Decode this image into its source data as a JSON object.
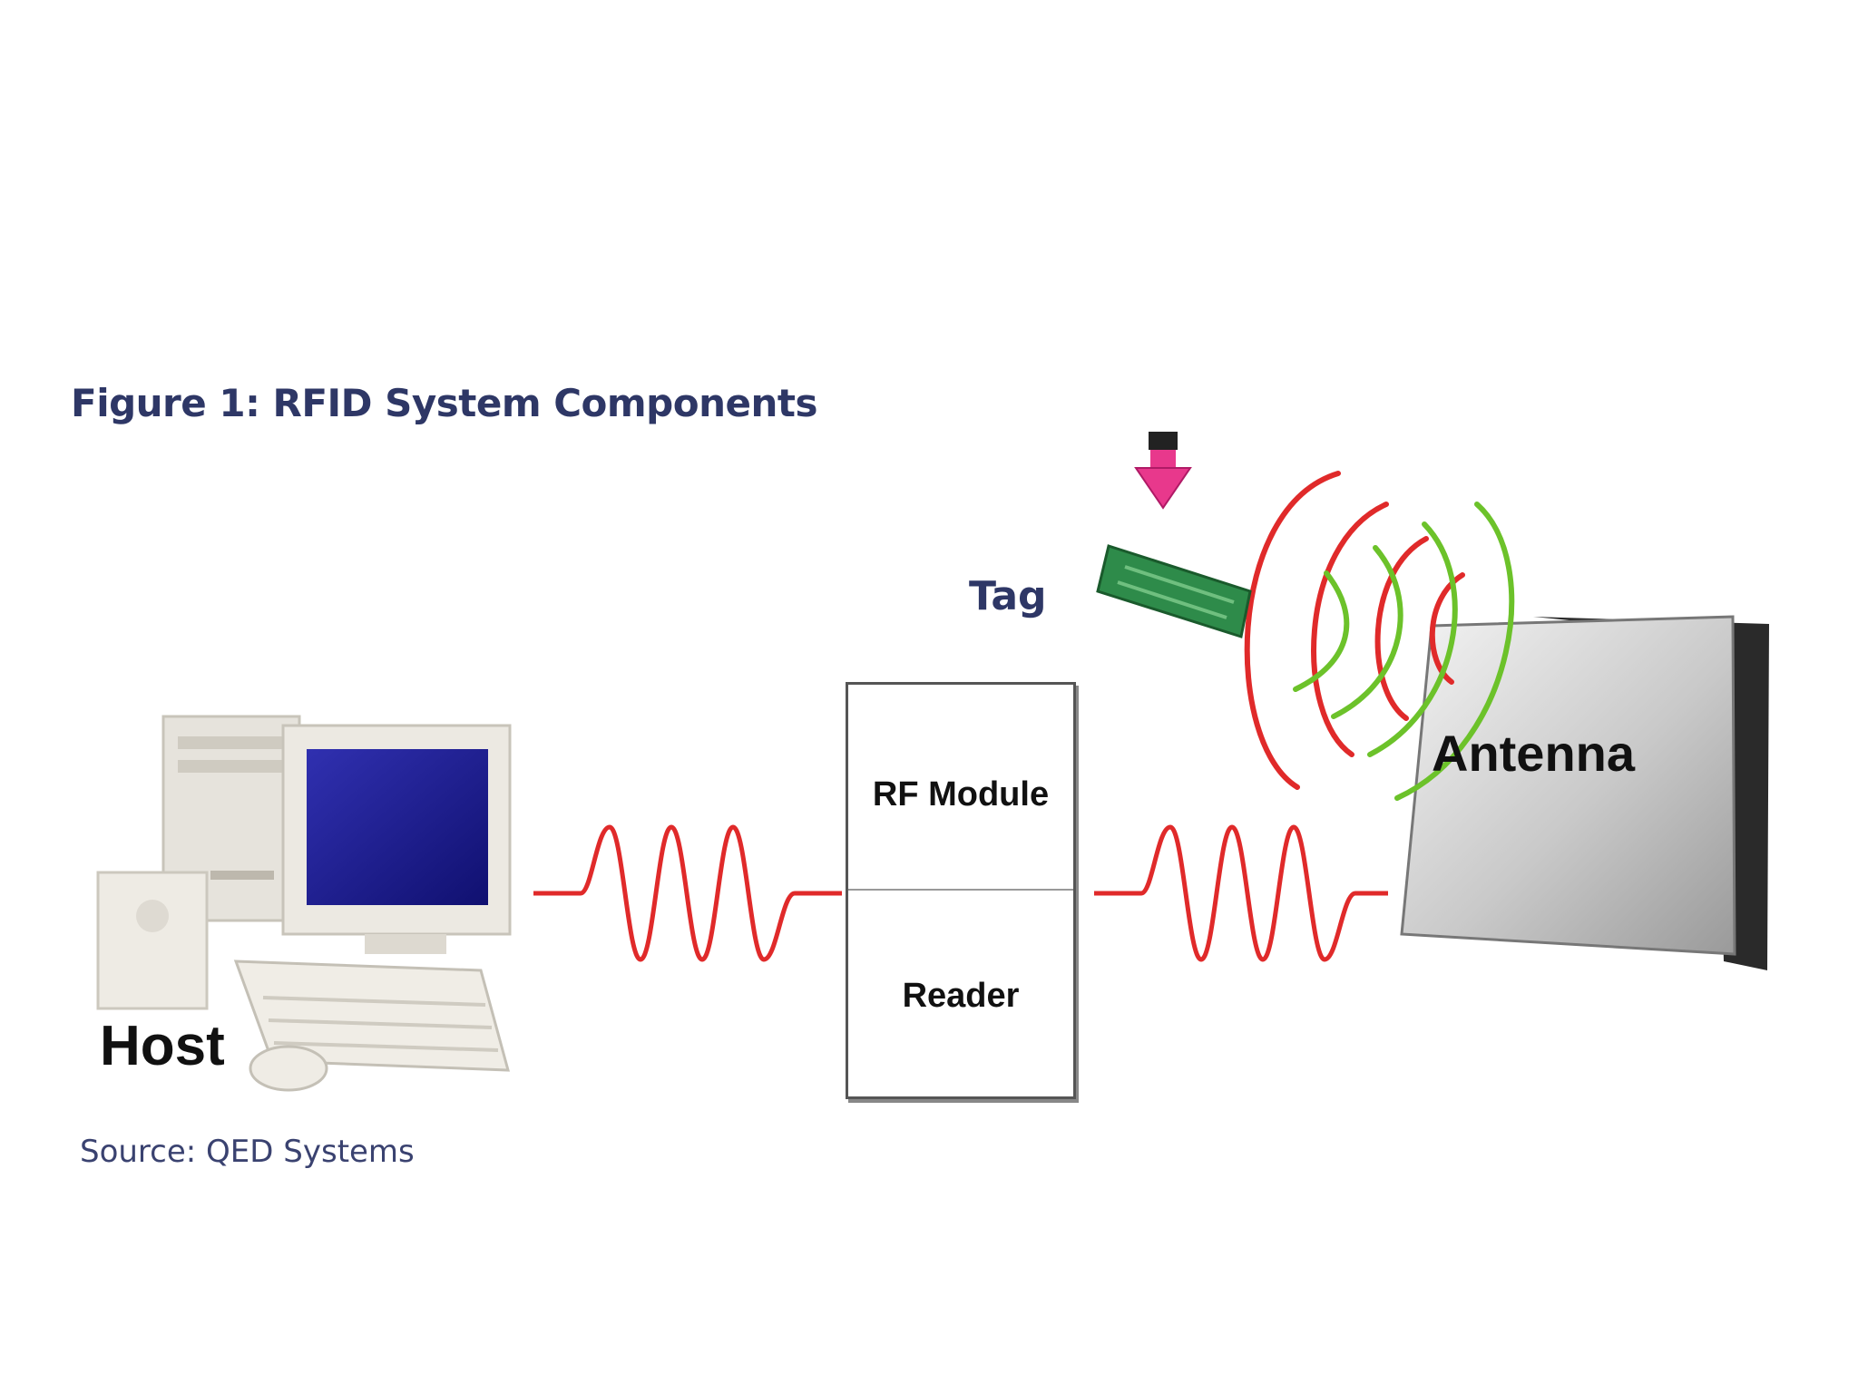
{
  "figure": {
    "title": "Figure 1: RFID System Components",
    "source": "Source: QED Systems"
  },
  "components": {
    "host": "Host",
    "tag": "Tag",
    "antenna": "Antenna",
    "rf_module": "RF Module",
    "reader": "Reader"
  },
  "colors": {
    "title_text": "#2e3766",
    "wave_red": "#e02a2a",
    "field_green": "#6cc22a",
    "tag_green": "#2e8b4a",
    "arrow_pink": "#e8388c",
    "monitor_screen": "#1e1e8c"
  },
  "icons": [
    "computer-icon",
    "tag-icon",
    "pointer-arrow-icon",
    "antenna-panel-icon",
    "radio-field-icon"
  ]
}
